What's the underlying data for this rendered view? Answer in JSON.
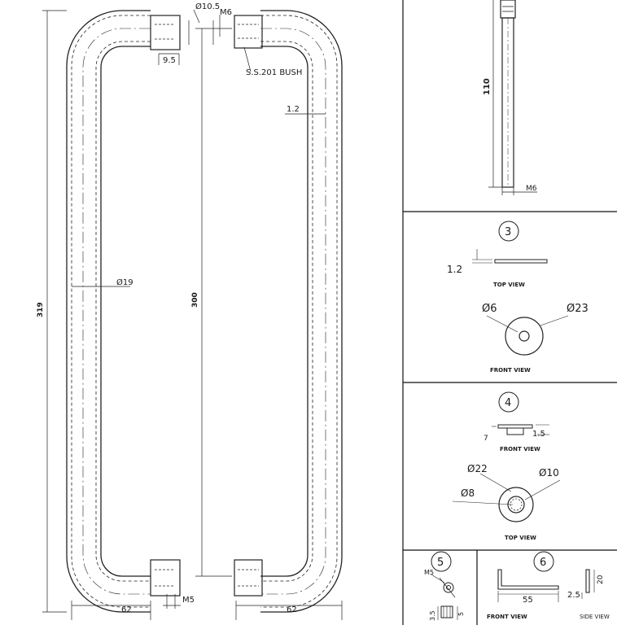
{
  "handle": {
    "dim_bore_top": "Ø10.5",
    "dim_thread_top": "M6",
    "dim_collar_len": "9.5",
    "label_bush": "S.S.201 BUSH",
    "dim_wall": "1.2",
    "dim_tube_dia": "Ø19",
    "dim_overall_height": "319",
    "dim_center_height": "300",
    "dim_thread_bottom": "M5",
    "dim_depth_left": "62",
    "dim_depth_right": "62"
  },
  "rod": {
    "dim_length": "110",
    "dim_thread": "M6"
  },
  "part3": {
    "number": "3",
    "dim_thickness": "1.2",
    "label_top_view": "TOP VIEW",
    "dim_inner": "Ø6",
    "dim_outer": "Ø23",
    "label_front_view": "FRONT VIEW"
  },
  "part4": {
    "number": "4",
    "dim_small": "7",
    "dim_height": "1.5",
    "label_front_view": "FRONT VIEW",
    "dim_outer": "Ø22",
    "dim_inner": "Ø10",
    "dim_hole": "Ø8",
    "label_top_view": "TOP VIEW"
  },
  "part5": {
    "number": "5",
    "dim_thread": "M5",
    "dim_a": "3.5",
    "dim_b": "5"
  },
  "part6": {
    "number": "6",
    "dim_length": "55",
    "dim_leg": "2.5",
    "dim_height": "20",
    "label_front_view": "FRONT VIEW",
    "label_side_view": "SIDE VIEW"
  }
}
